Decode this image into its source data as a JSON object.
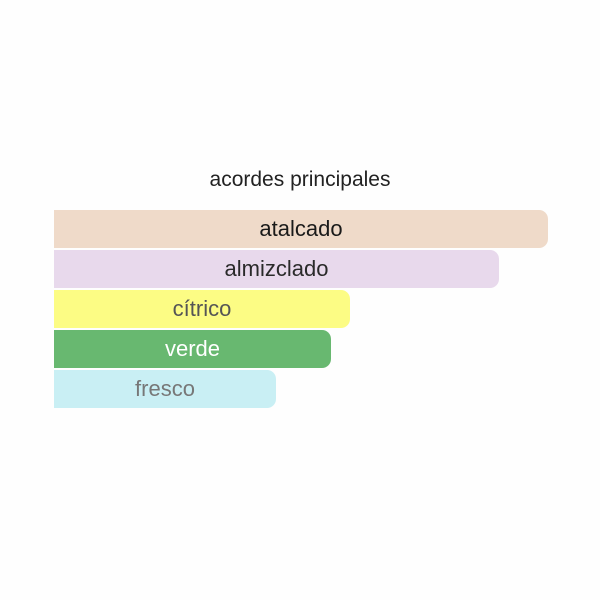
{
  "chart_data": {
    "type": "bar",
    "orientation": "horizontal",
    "title": "acordes principales",
    "categories": [
      "atalcado",
      "almizclado",
      "cítrico",
      "verde",
      "fresco"
    ],
    "values": [
      100,
      90,
      60,
      56,
      45
    ],
    "xlim": [
      0,
      100
    ],
    "grid": false,
    "legend": "none",
    "colors": [
      "#efdac9",
      "#e8d9ec",
      "#fcfc84",
      "#68b870",
      "#c9eff4"
    ],
    "label_colors": [
      "#1a1a1a",
      "#2a2a2a",
      "#555555",
      "#ffffff",
      "#777777"
    ]
  }
}
